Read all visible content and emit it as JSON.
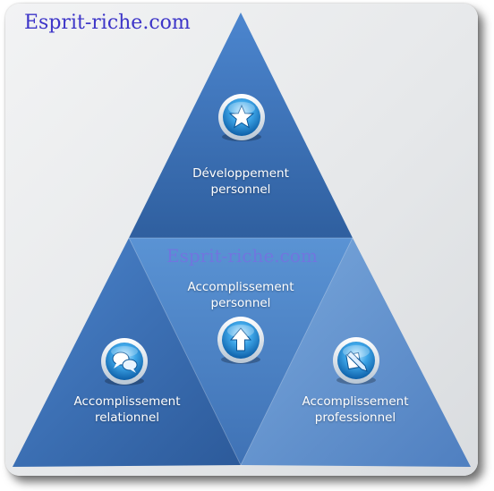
{
  "watermark": {
    "top": "Esprit-riche.com",
    "middle": "Esprit-riche.com"
  },
  "sections": {
    "top": {
      "line1": "Développement",
      "line2": "personnel",
      "icon": "star-icon"
    },
    "center": {
      "line1": "Accomplissement",
      "line2": "personnel",
      "icon": "up-arrow-icon"
    },
    "left": {
      "line1": "Accomplissement",
      "line2": "relationnel",
      "icon": "chat-bubbles-icon"
    },
    "right": {
      "line1": "Accomplissement",
      "line2": "professionnel",
      "icon": "pencil-icon"
    }
  },
  "colors": {
    "top": "#3f72b8",
    "center": "#4a86c9",
    "left": "#3a6fb8",
    "right": "#6a9bd2",
    "frame": "#e6e8ea"
  }
}
